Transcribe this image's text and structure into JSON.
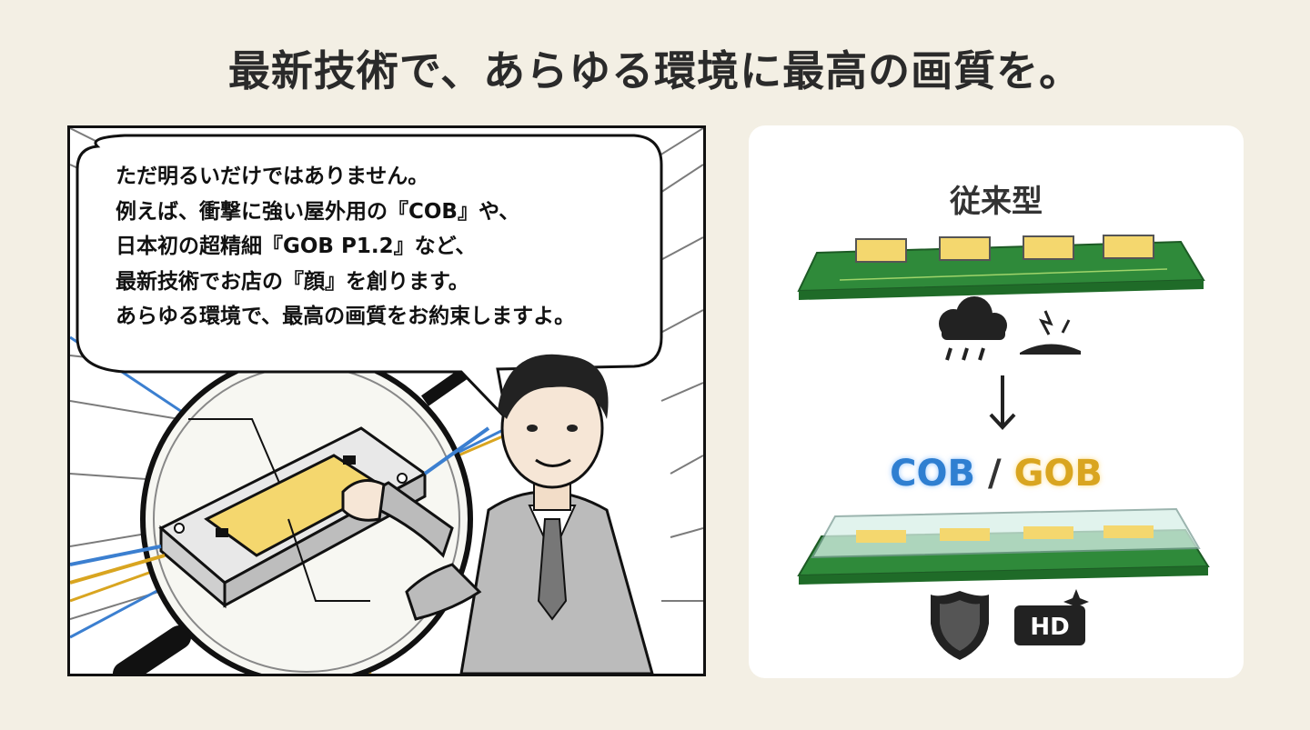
{
  "headline": "最新技術で、あらゆる環境に最高の画質を。",
  "speech": {
    "lines": [
      "ただ明るいだけではありません。",
      "例えば、衝撃に強い屋外用の『COB』や、",
      "日本初の超精細『GOB P1.2』など、",
      "最新技術でお店の『顔』を創ります。",
      "あらゆる環境で、最高の画質をお約束しますよ。"
    ]
  },
  "comparison": {
    "title": "従来型",
    "cob_label": "COB",
    "separator": "/",
    "gob_label": "GOB",
    "hd_badge": "HD"
  },
  "icons": [
    "rain-cloud-icon",
    "crack-impact-icon",
    "down-arrow-icon",
    "shield-icon",
    "hd-sparkle-icon"
  ],
  "colors": {
    "background": "#f3efe4",
    "pcb_green": "#2f8a3a",
    "cob_blue": "#2f7fd1",
    "gob_gold": "#d9a520",
    "led_yellow": "#f4d76e"
  }
}
